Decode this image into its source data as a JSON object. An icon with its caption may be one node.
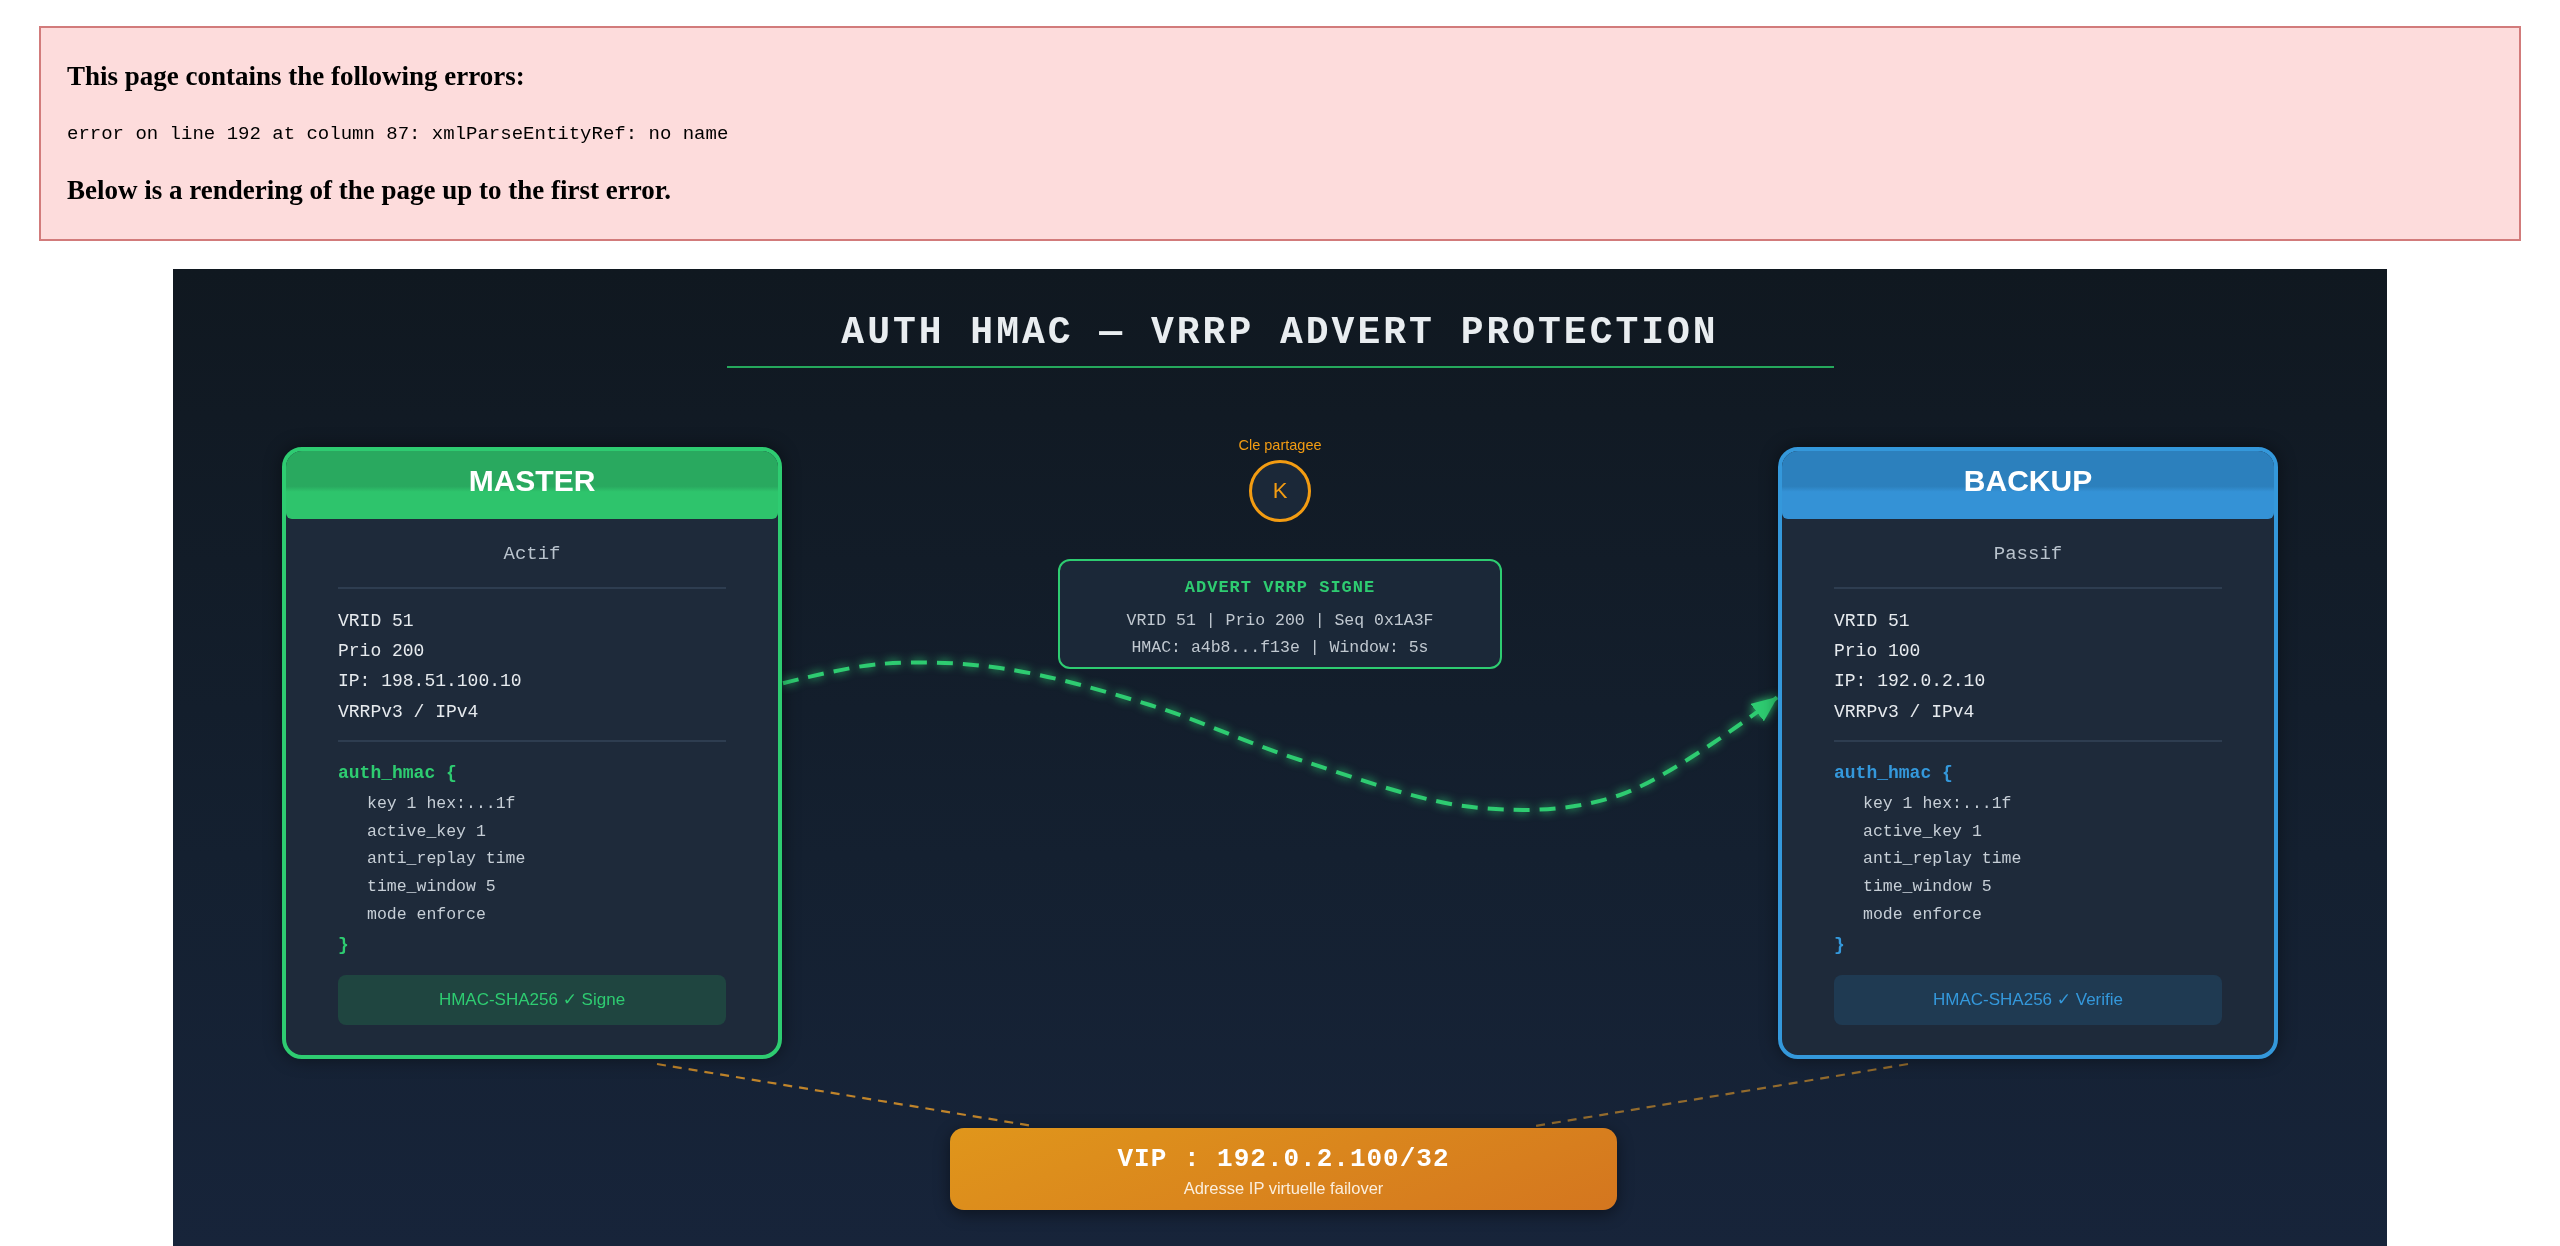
{
  "diagram": {
    "title": "AUTH HMAC — VRRP ADVERT PROTECTION",
    "nodes": [
      {
        "text": [
          "This page contains the following errors:",
          "error on line 192 at column 87: xmlParseEntityRef: no name",
          "Below is a rendering of the page up to the first error."
        ]
      },
      {
        "text": [
          "MASTER",
          "Actif",
          "VRID 51",
          "Prio 200",
          "IP: 198.51.100.10",
          "VRRPv3 / IPv4",
          "auth_hmac {",
          "key 1 hex:...1f",
          "active_key 1",
          "anti_replay time",
          "time_window 5",
          "mode enforce",
          "}"
        ]
      },
      {
        "text": [
          "HMAC-SHA256 ✓ Signe"
        ],
        "in": 1
      },
      {
        "text": [
          "K"
        ],
        "beside": [
          "Cle partagee"
        ]
      },
      {
        "text": [
          "ADVERT VRRP SIGNE",
          "VRID 51 | Prio 200 | Seq 0x1A3F",
          "HMAC: a4b8...f13e | Window: 5s"
        ]
      },
      {
        "text": [
          "BACKUP",
          "Passif",
          "VRID 51",
          "Prio 100",
          "IP: 192.0.2.10",
          "VRRPv3 / IPv4",
          "auth_hmac {",
          "key 1 hex:...1f",
          "active_key 1",
          "anti_replay time",
          "time_window 5",
          "mode enforce",
          "}"
        ]
      },
      {
        "text": [
          "HMAC-SHA256 ✓ Verifie"
        ],
        "in": 5
      },
      {
        "text": [
          "VIP : 192.0.2.100/32",
          "Adresse IP virtuelle failover"
        ]
      }
    ],
    "edges": [
      {
        "from": 1,
        "to": 5,
        "arrow": "to",
        "style": "dashed",
        "color": "#2ecc71"
      },
      {
        "from": 1,
        "to": 7,
        "arrow": "none",
        "style": "dashed"
      },
      {
        "from": 5,
        "to": 7,
        "arrow": "none",
        "style": "dashed"
      }
    ]
  }
}
